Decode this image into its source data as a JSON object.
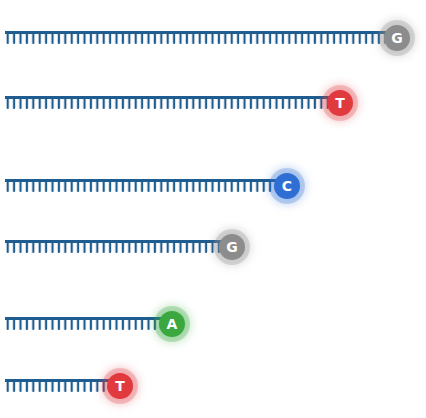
{
  "diagram": {
    "nodes": [
      {
        "text": [
          "G"
        ]
      },
      {
        "text": [
          "T"
        ]
      },
      {
        "text": [
          "C"
        ]
      },
      {
        "text": [
          "G"
        ]
      },
      {
        "text": [
          "A"
        ]
      },
      {
        "text": [
          "T"
        ]
      }
    ]
  }
}
